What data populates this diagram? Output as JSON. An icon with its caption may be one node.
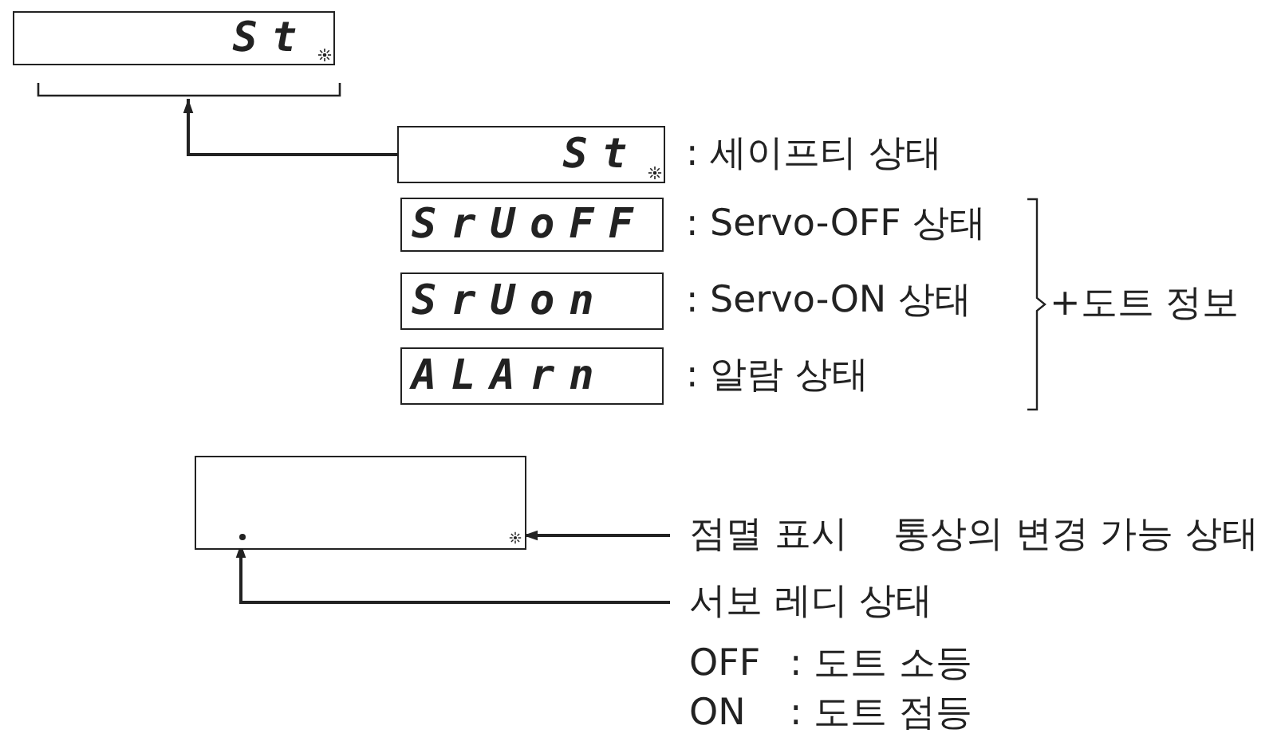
{
  "diagram": {
    "nodes": [
      {
        "text": [
          "St"
        ]
      },
      {
        "text": [
          "St"
        ],
        "beside": [
          ": 세이프티 상태"
        ]
      },
      {
        "text": [
          "SrUoFF"
        ],
        "beside": [
          ": Servo-OFF 상태"
        ]
      },
      {
        "text": [
          "SrUon"
        ],
        "beside": [
          ": Servo-ON 상태"
        ]
      },
      {
        "text": [
          "ALArn"
        ],
        "beside": [
          ": 알람 상태"
        ]
      },
      {
        "text": [],
        "shape": "box"
      },
      {
        "text": [],
        "shape": "circle",
        "in": 5
      },
      {
        "text": [],
        "shape": "star",
        "in": 5
      },
      {
        "text": [
          "점멸 표시",
          "통상의 변경 가능 상태"
        ]
      },
      {
        "text": [
          "서보 레디 상태"
        ]
      }
    ],
    "edges": [
      {
        "from": 1,
        "to": 0,
        "arrow": "to"
      },
      {
        "from": 8,
        "to": 7,
        "arrow": "to"
      },
      {
        "from": 9,
        "to": 6,
        "arrow": "to"
      }
    ],
    "labels": [
      "+도트 정보",
      "OFF",
      ": 도트 소등",
      "ON",
      ": 도트 점등"
    ]
  }
}
